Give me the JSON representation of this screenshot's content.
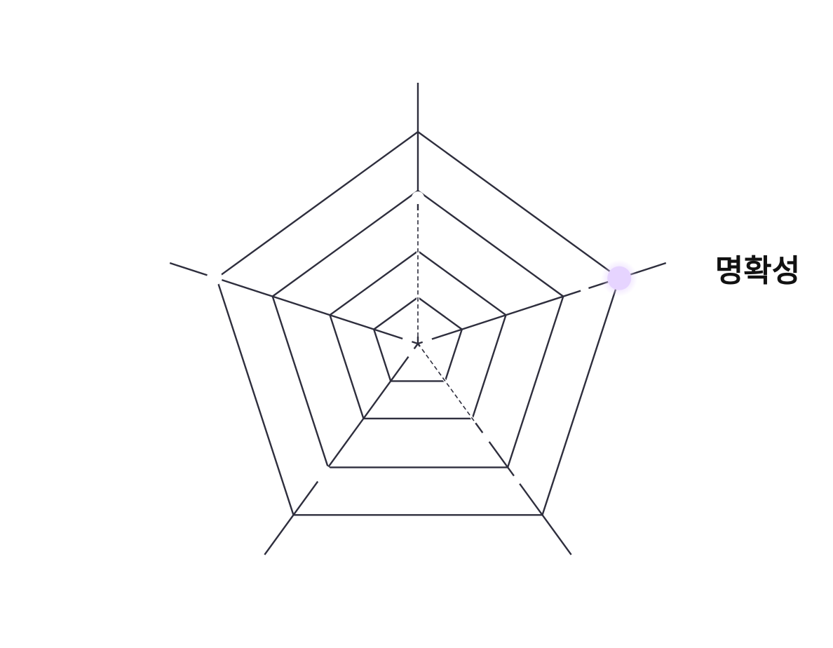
{
  "chart_data": {
    "type": "radar",
    "axes": [
      "",
      "명확성",
      "",
      "",
      ""
    ],
    "grid_levels": 4,
    "highlighted_axis": "명확성",
    "colors": {
      "grid": "#2e2e3d",
      "highlight": "#e6d4ff",
      "label": "#111111"
    }
  }
}
